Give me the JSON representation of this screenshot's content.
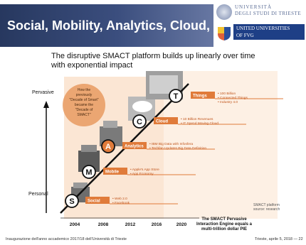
{
  "header": {
    "title": "Social, Mobility, Analytics, Cloud, IoT",
    "logo_lines": [
      "UNIVERSITÀ",
      "DEGLI STUDI DI TRIESTE",
      "UNITED UNIVERSITIES",
      "OF FVG"
    ]
  },
  "subtitle": "The disruptive SMACT platform builds up linearly over time with exponential impact",
  "axis": {
    "y_top_label": "Pervasive",
    "y_bottom_label": "Personal",
    "x_ticks": [
      "2004",
      "2008",
      "2012",
      "2016",
      "2020"
    ]
  },
  "callout": {
    "lines": [
      "How the",
      "previously",
      "\"Decade of Smart\"",
      "became the",
      "\"Decade of",
      "SMACT\""
    ]
  },
  "stages": [
    {
      "letter": "S",
      "name": "Social",
      "lines": [
        "Web 2.0",
        "Facebook"
      ]
    },
    {
      "letter": "M",
      "name": "Mobile",
      "lines": [
        "Apple's App Store",
        "App Economy"
      ]
    },
    {
      "letter": "A",
      "name": "Analytics",
      "lines": [
        "IBM Big Data with Infosfera",
        "Techfan Updates Big Data Definition"
      ]
    },
    {
      "letter": "C",
      "name": "Cloud",
      "lines": [
        "10 Billion Revenues",
        "IT Spend Moving Cloud"
      ]
    },
    {
      "letter": "T",
      "name": "Things",
      "lines": [
        "100 Billion",
        "Connected Things",
        "Industry 4.0"
      ]
    }
  ],
  "engine_note": "The SMACT Pervasive Interaction Engine equals a multi-trillion dollar PIE",
  "side_note": "SMACT platform source: research",
  "footer": {
    "left": "Inaugurazione dell'anno accademico 2017/18 dell'Università di Trieste",
    "right": "Trieste, aprile 5, 2018 — 22"
  },
  "colors": {
    "title_bar": "#27385f",
    "accent_orange": "#e07b3a",
    "light_orange": "#f4c9a8"
  }
}
